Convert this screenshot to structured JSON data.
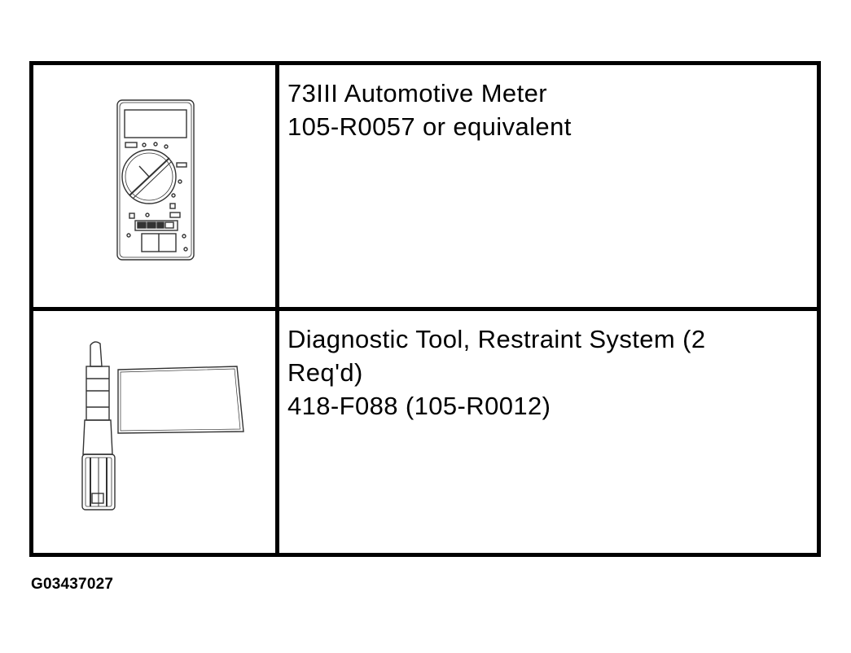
{
  "tools": [
    {
      "icon": "multimeter-icon",
      "lines": [
        "73III Automotive Meter",
        "105-R0057 or equivalent"
      ]
    },
    {
      "icon": "restraint-diagnostic-tool-icon",
      "lines": [
        "Diagnostic Tool, Restraint System (2",
        "Req'd)",
        "418-F088 (105-R0012)"
      ]
    }
  ],
  "figure_id": "G03437027"
}
